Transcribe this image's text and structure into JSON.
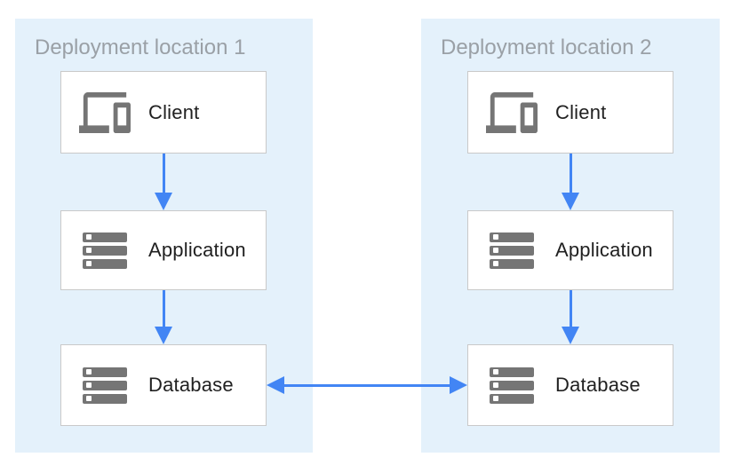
{
  "zones": [
    {
      "title": "Deployment location 1",
      "nodes": [
        {
          "label": "Client",
          "icon": "devices-icon"
        },
        {
          "label": "Application",
          "icon": "server-stack-icon"
        },
        {
          "label": "Database",
          "icon": "server-stack-icon"
        }
      ]
    },
    {
      "title": "Deployment location 2",
      "nodes": [
        {
          "label": "Client",
          "icon": "devices-icon"
        },
        {
          "label": "Application",
          "icon": "server-stack-icon"
        },
        {
          "label": "Database",
          "icon": "server-stack-icon"
        }
      ]
    }
  ],
  "connections": [
    {
      "zone": "Deployment location 1",
      "from": "Client",
      "to": "Application",
      "style": "arrow-down"
    },
    {
      "zone": "Deployment location 1",
      "from": "Application",
      "to": "Database",
      "style": "arrow-down"
    },
    {
      "zone": "Deployment location 2",
      "from": "Client",
      "to": "Application",
      "style": "arrow-down"
    },
    {
      "zone": "Deployment location 2",
      "from": "Application",
      "to": "Database",
      "style": "arrow-down"
    },
    {
      "from": "Database (Deployment location 1)",
      "to": "Database (Deployment location 2)",
      "style": "arrow-bidirectional"
    }
  ],
  "colors": {
    "page_bg": "#ffffff",
    "zone_bg": "#e4f1fb",
    "zone_title": "#9aa0a6",
    "node_bg": "#ffffff",
    "node_border": "#c9c9c9",
    "node_label": "#212121",
    "icon_gray": "#757575",
    "arrow_blue": "#4285f4"
  }
}
